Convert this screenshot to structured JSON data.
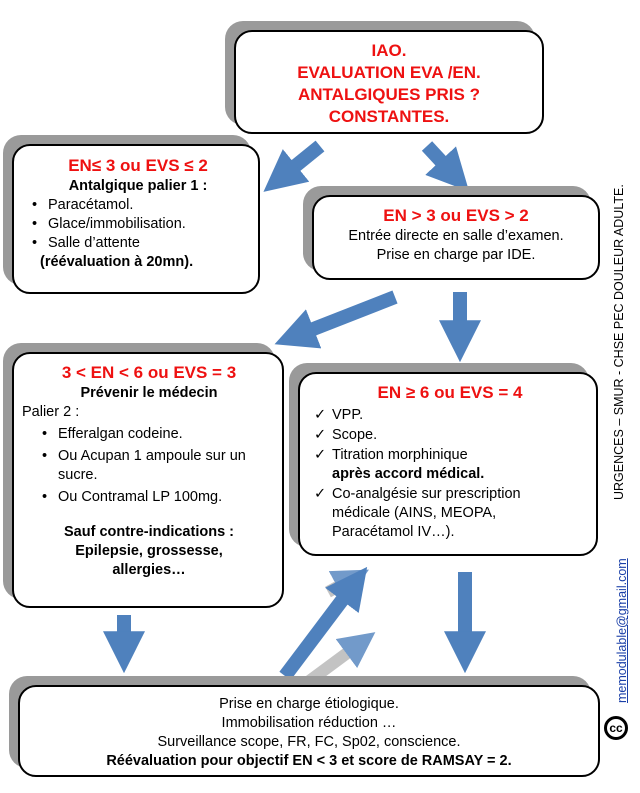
{
  "box_iao": {
    "lines": [
      "IAO.",
      "EVALUATION EVA /EN.",
      "ANTALGIQUES PRIS ?",
      "CONSTANTES."
    ]
  },
  "box_low": {
    "title": "EN≤ 3 ou EVS ≤ 2",
    "subtitle": "Antalgique palier 1 :",
    "items": [
      "Paracétamol.",
      "Glace/immobilisation.",
      "Salle d’attente"
    ],
    "footer": "(réévaluation à 20mn)."
  },
  "box_mid_high": {
    "title": "EN > 3 ou EVS > 2",
    "lines": [
      "Entrée directe en salle d’examen.",
      "Prise en charge par IDE."
    ]
  },
  "box_moderate": {
    "title": "3 < EN < 6 ou EVS = 3",
    "subtitle": "Prévenir le médecin",
    "palier": "Palier 2 :",
    "items": [
      "Efferalgan codeine.",
      "Ou Acupan 1 ampoule sur un sucre.",
      "Ou Contramal LP 100mg."
    ],
    "contra_title": "Sauf contre-indications :",
    "contra_lines": [
      "Epilepsie, grossesse,",
      "allergies…"
    ]
  },
  "box_severe": {
    "title": "EN ≥ 6 ou EVS = 4",
    "items": [
      {
        "text": "VPP.",
        "bold": ""
      },
      {
        "text": "Scope.",
        "bold": ""
      },
      {
        "text": "Titration morphinique",
        "bold": "après accord médical."
      },
      {
        "text": "Co-analgésie sur prescription médicale (AINS, MEOPA, Paracétamol IV…).",
        "bold": ""
      }
    ]
  },
  "box_final": {
    "lines": [
      "Prise en charge étiologique.",
      "Immobilisation réduction …",
      "Surveillance scope, FR, FC, Sp02, conscience."
    ],
    "bold_line": "Réévaluation pour  objectif EN < 3 et score de RAMSAY = 2."
  },
  "side": {
    "vertical_text": "URGENCES – SMUR - CHSE  PEC DOULEUR ADULTE.",
    "email": "memodulable@gmail.com",
    "cc_label": "cc"
  },
  "colors": {
    "arrow": "#4f81bd",
    "title_red": "#ee1111",
    "shadow": "#9a9a9a"
  }
}
